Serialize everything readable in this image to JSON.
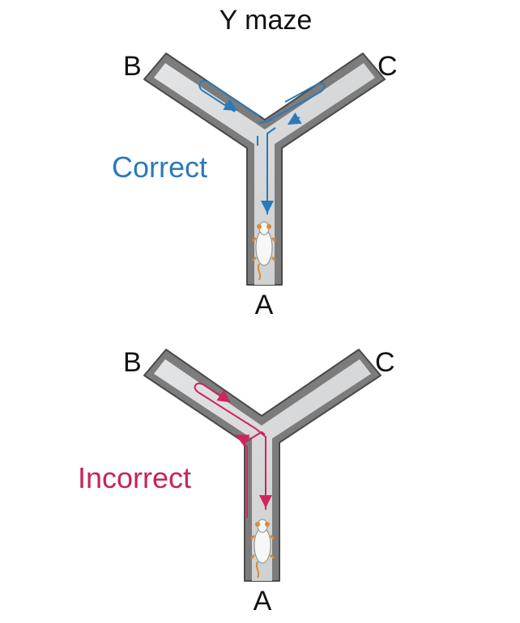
{
  "title": "Y maze",
  "panels": [
    {
      "label": "Correct",
      "label_color": "#2a7ab8",
      "path_color": "#2a7ab8",
      "arm_labels": {
        "b": "B",
        "c": "C",
        "a": "A"
      },
      "icon": "mouse-icon"
    },
    {
      "label": "Incorrect",
      "label_color": "#c8245a",
      "path_color": "#d0245e",
      "arm_labels": {
        "b": "B",
        "c": "C",
        "a": "A"
      },
      "icon": "mouse-icon"
    }
  ],
  "colors": {
    "maze_wall": "#7c7c7c",
    "maze_wall_dark": "#4a4a4a",
    "maze_floor": "#d6d8d9",
    "mouse_body": "#f7f7f7",
    "mouse_accent": "#d98a3a"
  }
}
